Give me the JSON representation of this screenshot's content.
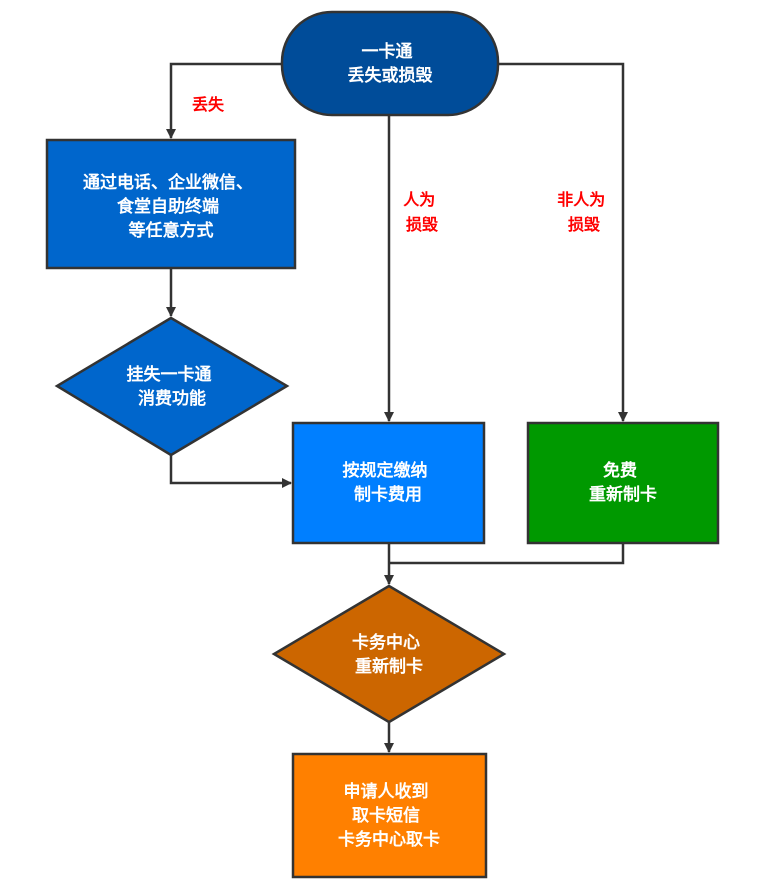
{
  "diagram": {
    "type": "flowchart",
    "nodes": {
      "start": {
        "lines": [
          "一卡通",
          "丢失或损毁"
        ],
        "shape": "terminator",
        "color": "#004c99"
      },
      "report": {
        "lines": [
          "通过电话、企业微信、",
          "食堂自助终端",
          "等任意方式"
        ],
        "shape": "process",
        "color": "#0066cc"
      },
      "freeze": {
        "lines": [
          "挂失一卡通",
          "消费功能"
        ],
        "shape": "decision",
        "color": "#0066cc"
      },
      "pay": {
        "lines": [
          "按规定缴纳",
          "制卡费用"
        ],
        "shape": "process",
        "color": "#007fff"
      },
      "free": {
        "lines": [
          "免费",
          "重新制卡"
        ],
        "shape": "process",
        "color": "#009900"
      },
      "remake": {
        "lines": [
          "卡务中心",
          "重新制卡"
        ],
        "shape": "decision",
        "color": "#cc6600"
      },
      "pickup": {
        "lines": [
          "申请人收到",
          "取卡短信",
          "卡务中心取卡"
        ],
        "shape": "process",
        "color": "#ff8000"
      }
    },
    "edge_labels": {
      "lost": [
        "丢失"
      ],
      "human": [
        "人为",
        "损毁"
      ],
      "nonhuman": [
        "非人为",
        "损毁"
      ]
    },
    "edges": [
      {
        "from": "start",
        "to": "report",
        "label": "丢失"
      },
      {
        "from": "report",
        "to": "freeze"
      },
      {
        "from": "freeze",
        "to": "pay"
      },
      {
        "from": "start",
        "to": "pay",
        "label": "人为损毁"
      },
      {
        "from": "start",
        "to": "free",
        "label": "非人为损毁"
      },
      {
        "from": "pay",
        "to": "remake"
      },
      {
        "from": "free",
        "to": "remake"
      },
      {
        "from": "remake",
        "to": "pickup"
      }
    ],
    "line_color": "#333333",
    "label_color": "#ff0000"
  }
}
